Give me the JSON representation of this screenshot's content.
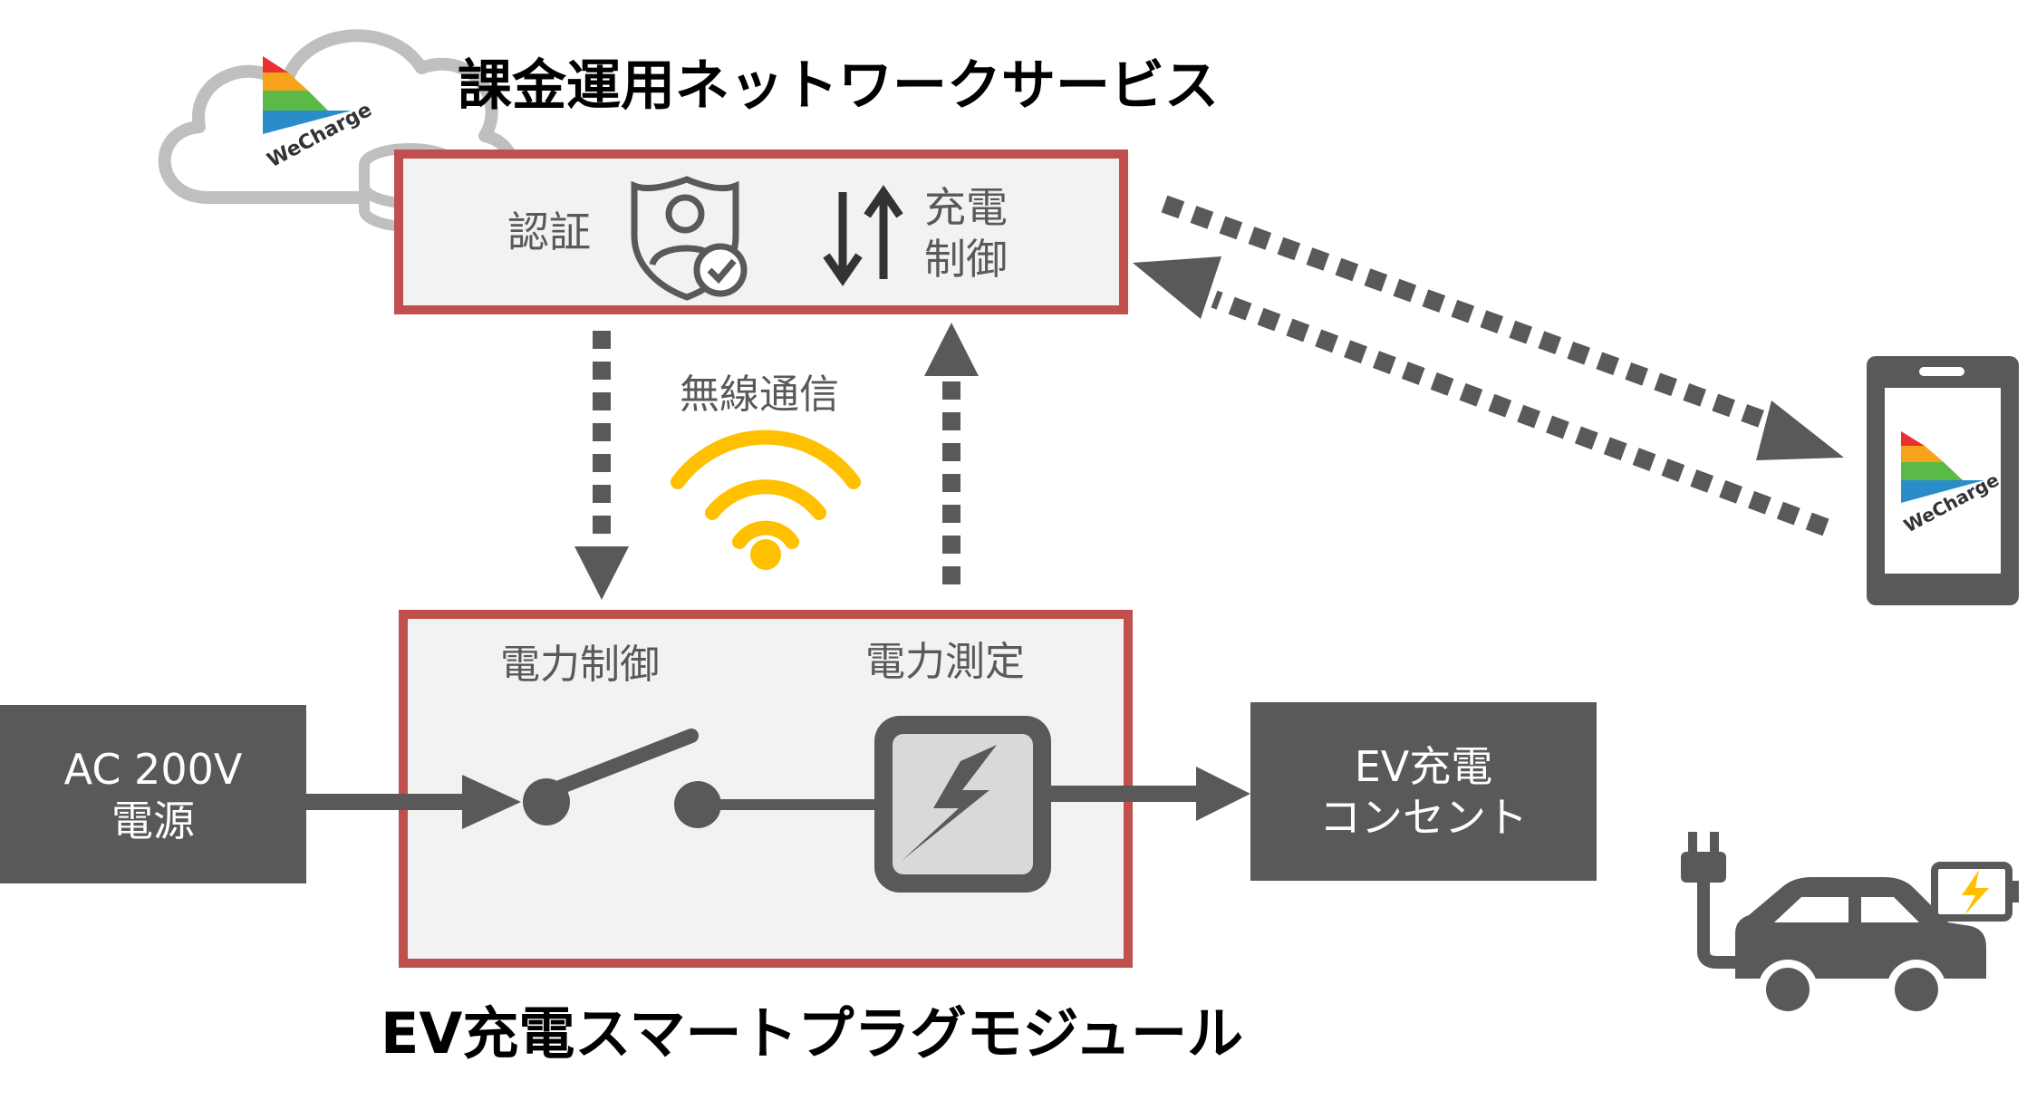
{
  "colors": {
    "accent_red": "#c0504d",
    "box_fill": "#f2f2f2",
    "dark_gray": "#595959",
    "wifi_yellow": "#ffc000",
    "text_gray": "#595959",
    "cloud_gray": "#bfbfbf"
  },
  "cloud_service": {
    "title": "課金運用ネットワークサービス",
    "auth_label": "認証",
    "charge_control_line1": "充電",
    "charge_control_line2": "制御",
    "logo_text": "WeCharge",
    "icons": [
      "cloud-icon",
      "database-icon",
      "user-shield-check-icon",
      "up-down-arrows-icon"
    ]
  },
  "wireless": {
    "label": "無線通信",
    "icon": "wifi-icon"
  },
  "module": {
    "title": "EV充電スマートプラグモジュール",
    "power_control_label": "電力制御",
    "power_measure_label": "電力測定",
    "icons": [
      "switch-icon",
      "lightning-meter-icon"
    ]
  },
  "ac_source": {
    "line1": "AC 200V",
    "line2": "電源"
  },
  "ev_outlet": {
    "line1": "EV充電",
    "line2": "コンセント"
  },
  "phone": {
    "logo_text": "WeCharge",
    "icon": "smartphone-icon"
  },
  "car": {
    "icons": [
      "ev-car-icon",
      "plug-icon",
      "battery-charging-icon"
    ]
  }
}
